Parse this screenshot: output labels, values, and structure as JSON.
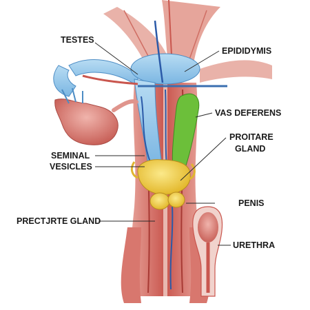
{
  "diagram": {
    "labels": {
      "testes": "TESTES",
      "epididymis": "EPIDIDYMIS",
      "vas_deferens": "VAS DEFERENS",
      "proitare_gland_line1": "PROITARE",
      "proitare_gland_line2": "GLAND",
      "seminal_vesicles_line1": "SEMINAL",
      "seminal_vesicles_line2": "VESICLES",
      "penis": "PENIS",
      "prectrte_gland": "PRECTJRTE GLAND",
      "urethra": "URETHRA"
    },
    "colors": {
      "muscle": "#c9564e",
      "muscle_light": "#e3938a",
      "tube_blue": "#8cc4ea",
      "vein": "#2b5aa8",
      "gland_green": "#6cbf3a",
      "gland_yellow": "#f2d24a",
      "ovary_pink": "#d9807a"
    }
  }
}
